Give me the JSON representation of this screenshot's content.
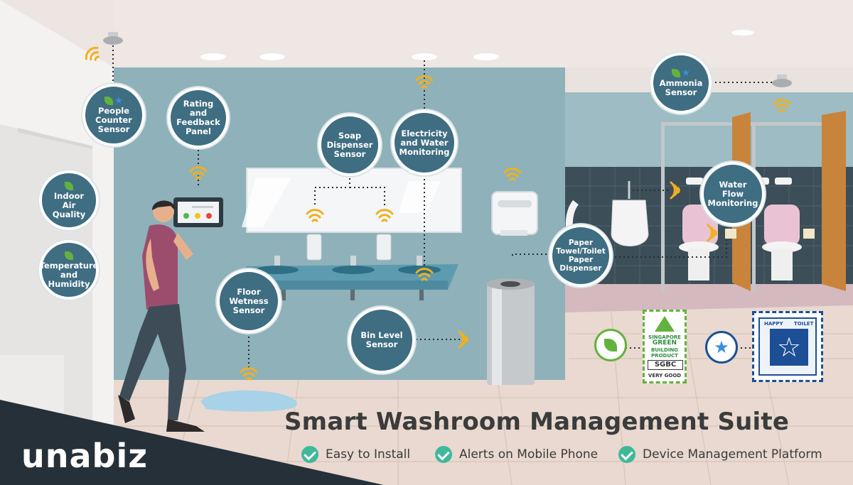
{
  "title": "Smart Washroom Management Suite",
  "features": [
    {
      "label": "Easy to Install"
    },
    {
      "label": "Alerts on Mobile Phone"
    },
    {
      "label": "Device Management Platform"
    }
  ],
  "logo": "unabiz",
  "sensors": {
    "people_counter": [
      "People",
      "Counter",
      "Sensor"
    ],
    "rating_panel": [
      "Rating",
      "and",
      "Feedback",
      "Panel"
    ],
    "indoor_air": [
      "Indoor",
      "Air Quality"
    ],
    "temperature": [
      "Temperature",
      "and",
      "Humidity"
    ],
    "soap": [
      "Soap",
      "Dispenser",
      "Sensor"
    ],
    "electricity": [
      "Electricity",
      "and Water",
      "Monitoring"
    ],
    "floor_wetness": [
      "Floor",
      "Wetness",
      "Sensor"
    ],
    "bin_level": [
      "Bin Level",
      "Sensor"
    ],
    "paper_towel": [
      "Paper",
      "Towel/Toilet",
      "Paper",
      "Dispenser"
    ],
    "ammonia": [
      "Ammonia",
      "Sensor"
    ],
    "water_flow": [
      "Water Flow",
      "Monitoring"
    ]
  },
  "certifications": {
    "green": [
      "SINGAPORE",
      "GREEN",
      "BUILDING",
      "PRODUCT",
      "SGBC",
      "VERY GOOD"
    ],
    "happy_toilet": [
      "HAPPY",
      "TOILET"
    ]
  },
  "colors": {
    "bubble": "#3f6d82",
    "back_wall": "#8fb1b9",
    "right_wall": "#9dbcc3",
    "wifi": "#f0b01e",
    "check": "#3fb89a",
    "green_leaf": "#63b23d",
    "star_blue": "#3a8fd6"
  }
}
